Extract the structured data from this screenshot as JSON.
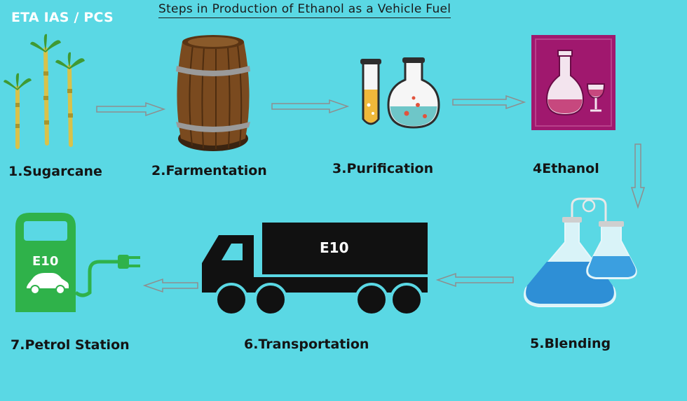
{
  "brand": "ETA IAS / PCS",
  "title": "Steps in Production of Ethanol as a Vehicle Fuel",
  "steps": [
    {
      "label": "1.Sugarcane",
      "icon": "sugarcane-icon"
    },
    {
      "label": "2.Farmentation",
      "icon": "barrel-icon"
    },
    {
      "label": "3.Purification",
      "icon": "lab-flask-icon"
    },
    {
      "label": "4Ethanol",
      "icon": "ethanol-bottle-icon"
    },
    {
      "label": "5.Blending",
      "icon": "blending-flasks-icon"
    },
    {
      "label": "6.Transportation",
      "icon": "truck-icon"
    },
    {
      "label": "7.Petrol Station",
      "icon": "fuel-pump-icon"
    }
  ],
  "truck_text": "E10",
  "pump_text": "E10",
  "colors": {
    "background": "#5ad8e4",
    "truck": "#111111",
    "pump": "#2fb24a",
    "ethanol_panel": "#a0186e",
    "blend_liquid": "#2e8fd6"
  }
}
